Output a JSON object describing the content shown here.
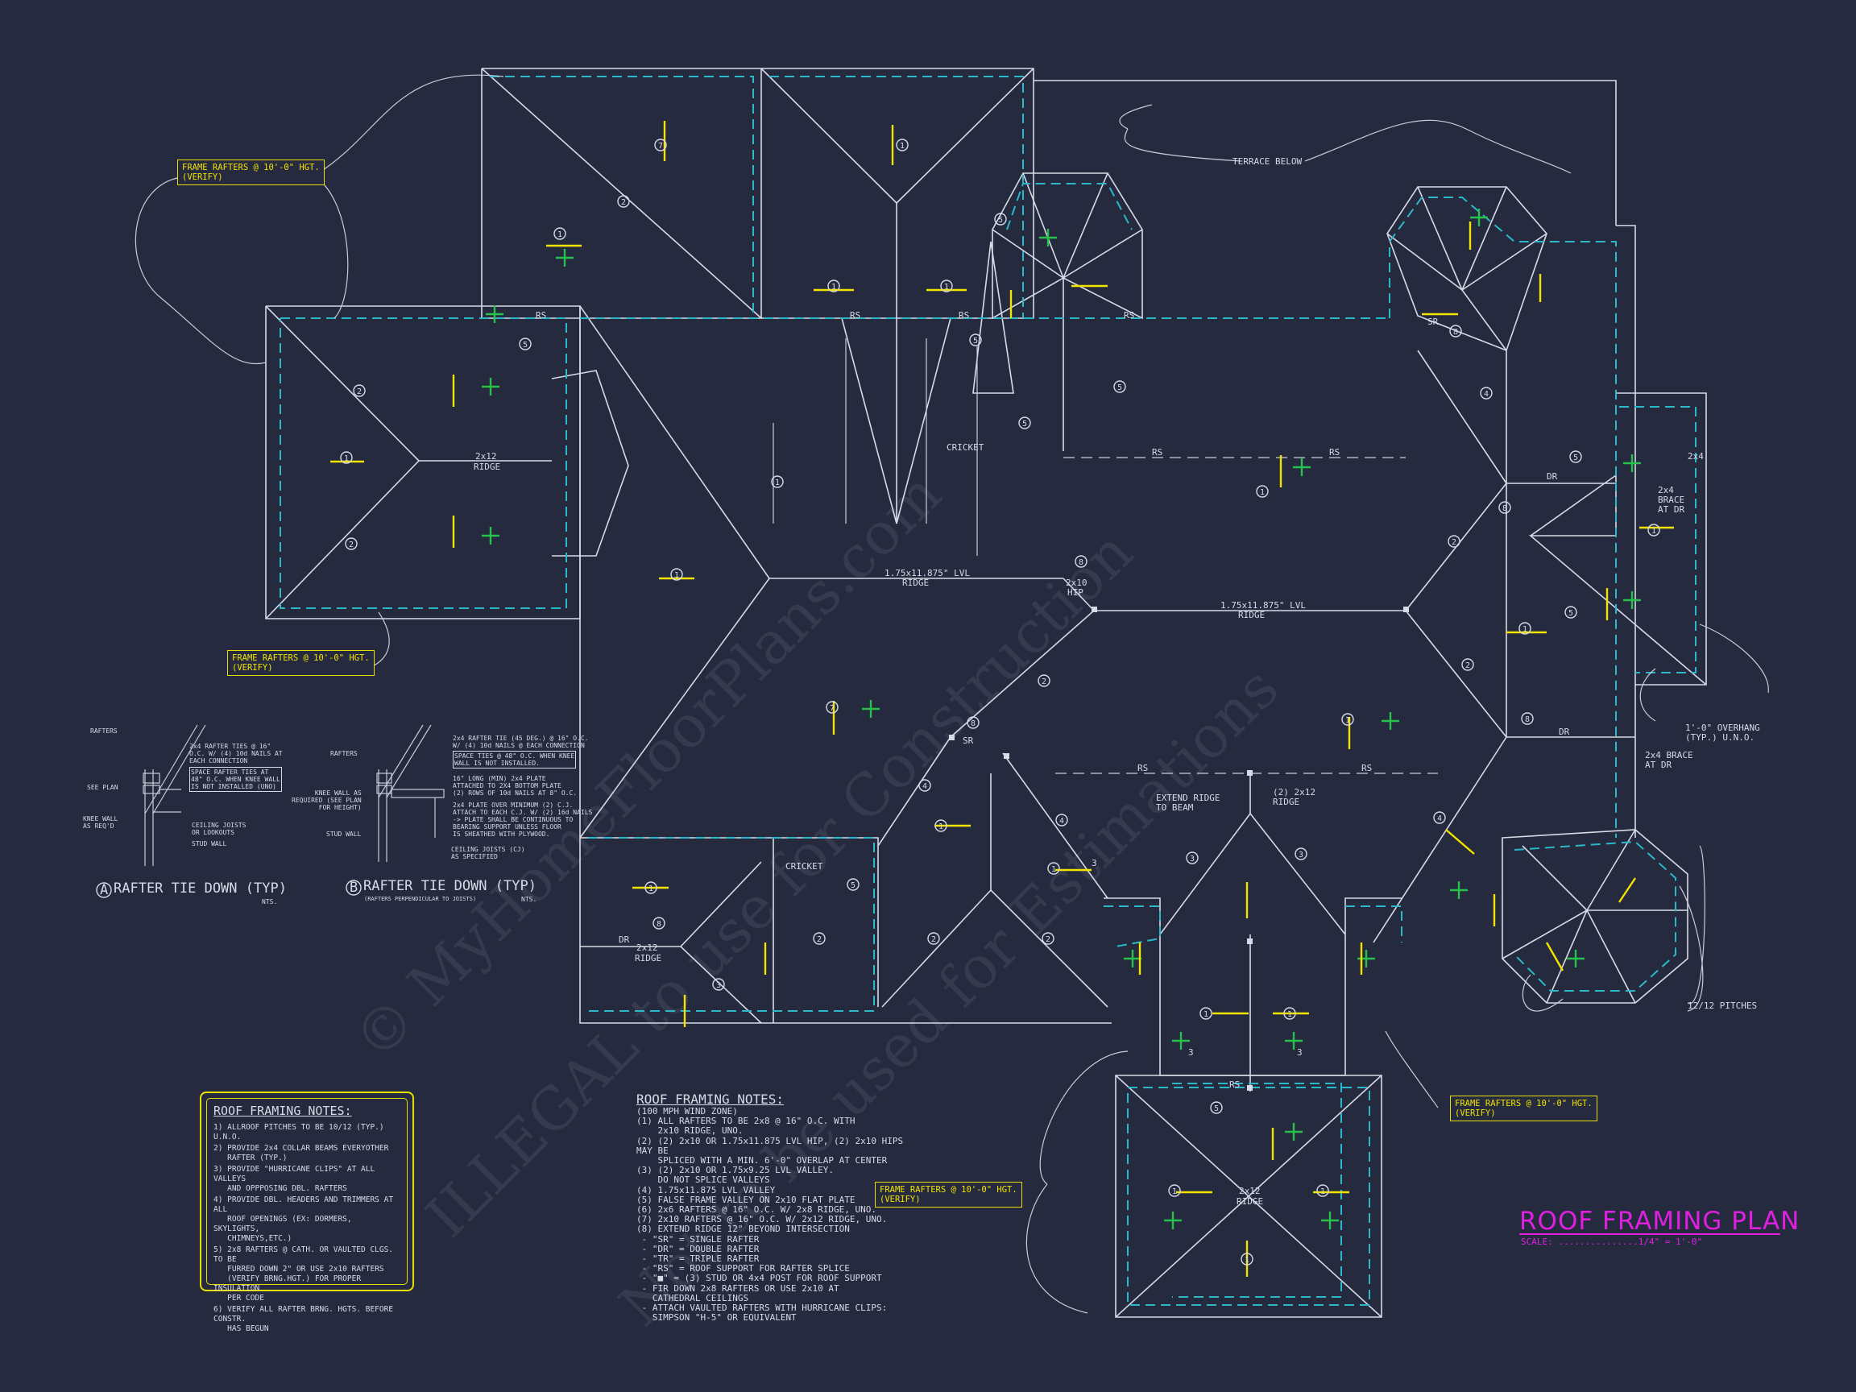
{
  "callouts": {
    "frame_rafters_1": "FRAME RAFTERS @ 10'-0\" HGT.\n(VERIFY)",
    "frame_rafters_2": "FRAME RAFTERS @ 10'-0\" HGT.\n(VERIFY)",
    "frame_rafters_3": "FRAME RAFTERS @ 10'-0\" HGT.\n(VERIFY)",
    "frame_rafters_4": "FRAME RAFTERS @ 10'-0\" HGT.\n(VERIFY)"
  },
  "labels": {
    "terrace_below": "TERRACE BELOW",
    "cricket_1": "CRICKET",
    "cricket_2": "CRICKET",
    "extend_ridge": "EXTEND RIDGE\nTO BEAM",
    "two_2x12_ridge": "(2) 2x12\nRIDGE",
    "overhang": "1'-0\" OVERHANG\n(TYP.) U.N.O.",
    "brace_1": "2x4\nBRACE\nAT DR",
    "brace_2": "2x4 BRACE\nAT DR",
    "pitches": "12/12 PITCHES"
  },
  "plan_text": {
    "rs": "RS",
    "dr": "DR",
    "sr": "SR",
    "ridge_2x12": "2x12\nRIDGE",
    "lvl_ridge": "1.75x11.875\" LVL\nRIDGE",
    "hip": "2x10\nHIP"
  },
  "detail_a": {
    "title": "RAFTER TIE DOWN (TYP)",
    "tag": "A",
    "nts": "NTS.",
    "rafters": "RAFTERS",
    "see_plan": "SEE PLAN",
    "knee_wall": "KNEE WALL\nAS REQ'D",
    "ceiling_joists": "CEILING JOISTS\nOR LOOKOUTS",
    "stud_wall": "STUD WALL",
    "ties": "2x4 RAFTER TIES @ 16\"\nO.C. W/ (4) 10d NAILS AT\nEACH CONNECTION",
    "space": "SPACE RAFTER TIES AT\n48\" O.C. WHEN KNEE WALL\nIS NOT INSTALLED (UNO)"
  },
  "detail_b": {
    "title": "RAFTER TIE DOWN (TYP)",
    "tag": "B",
    "nts": "NTS.",
    "subtitle": "(RAFTERS PERPENDICULAR TO JOISTS)",
    "rafters": "RAFTERS",
    "knee_wall": "KNEE WALL AS\nREQUIRED (SEE PLAN\nFOR HEIGHT)",
    "stud_wall": "STUD WALL",
    "tie": "2x4 RAFTER TIE (45 DEG.) @ 16\" O.C.\nW/ (4) 10d NAILS @ EACH CONNECTION",
    "space": "SPACE TIES @ 48\" O.C. WHEN KNEE\nWALL IS NOT INSTALLED.",
    "plate": "16\" LONG (MIN) 2x4 PLATE\nATTACHED TO 2X4 BOTTOM PLATE\n(2) ROWS OF 10d NAILS AT 8\" O.C.",
    "plate2": "2x4 PLATE OVER MINIMUM (2) C.J.\nATTACH TO EACH C.J. W/ (2) 16d NAILS\n-> PLATE SHALL BE CONTINUOUS TO\nBEARING SUPPORT UNLESS FLOOR\nIS SHEATHED WITH PLYWOOD.",
    "ceiling": "CEILING JOISTS (CJ)\nAS SPECIFIED"
  },
  "notes_box": {
    "title": "ROOF FRAMING NOTES:",
    "items": [
      "1) ALLROOF PITCHES TO BE 10/12 (TYP.) U.N.O.",
      "2) PROVIDE 2x4 COLLAR BEAMS EVERYOTHER\n   RAFTER (TYP.)",
      "3) PROVIDE \"HURRICANE CLIPS\" AT ALL VALLEYS\n   AND OPPPOSING DBL. RAFTERS",
      "4) PROVIDE DBL. HEADERS AND TRIMMERS AT ALL\n   ROOF OPENINGS (EX: DORMERS, SKYLIGHTS,\n   CHIMNEYS,ETC.)",
      "5) 2x8 RAFTERS @ CATH. OR VAULTED CLGS. TO BE\n   FURRED DOWN 2\" OR USE 2x10 RAFTERS\n   (VERIFY BRNG.HGT.) FOR PROPER INSULATION\n   PER CODE",
      "6) VERIFY ALL RAFTER BRNG. HGTS. BEFORE CONSTR.\n   HAS BEGUN"
    ]
  },
  "notes_main": {
    "title": "ROOF FRAMING NOTES:",
    "items": [
      "(100 MPH WIND ZONE)",
      "(1) ALL RAFTERS TO BE 2x8 @ 16\" O.C. WITH\n    2x10 RIDGE, UNO.",
      "(2) (2) 2x10 OR 1.75x11.875 LVL HIP, (2) 2x10 HIPS MAY BE\n    SPLICED WITH A MIN. 6'-0\" OVERLAP AT CENTER",
      "(3) (2) 2x10 OR 1.75x9.25 LVL VALLEY.\n    DO NOT SPLICE VALLEYS",
      "(4) 1.75x11.875 LVL VALLEY",
      "(5) FALSE FRAME VALLEY ON 2x10 FLAT PLATE",
      "(6) 2x6 RAFTERS @ 16\" O.C. W/ 2x8 RIDGE, UNO.",
      "(7) 2x10 RAFTERS @ 16\" O.C. W/ 2x12 RIDGE, UNO.",
      "(8) EXTEND RIDGE 12\" BEYOND INTERSECTION",
      " - \"SR\" = SINGLE RAFTER",
      " - \"DR\" = DOUBLE RAFTER",
      " - \"TR\" = TRIPLE RAFTER",
      " - \"RS\" = ROOF SUPPORT FOR RAFTER SPLICE",
      " - \"■\" = (3) STUD OR 4x4 POST FOR ROOF SUPPORT",
      " - FIR DOWN 2x8 RAFTERS OR USE 2x10 AT\n   CATHEDRAL CEILINGS",
      " - ATTACH VAULTED RAFTERS WITH HURRICANE CLIPS:\n   SIMPSON \"H-5\" OR EQUIVALENT"
    ]
  },
  "plan_title": "ROOF FRAMING PLAN",
  "plan_scale": "SCALE: ...............1/4\" = 1'-0\"",
  "watermark": {
    "line1": "© MyHomeFloorPlans.com",
    "line2": "ILLEGAL to use for Construction",
    "line3": "Not to be used for Estimations"
  }
}
